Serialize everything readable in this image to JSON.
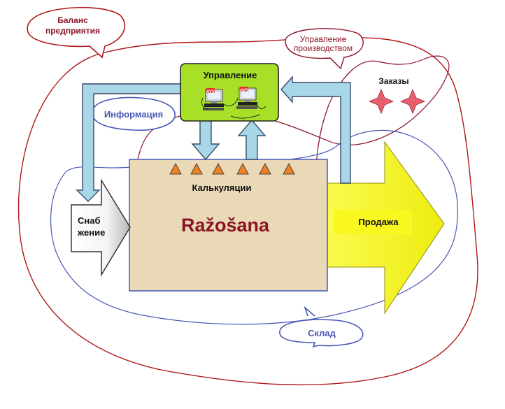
{
  "labels": {
    "balance": [
      "Баланс",
      "предприятия"
    ],
    "production_mgmt": [
      "Управление",
      "производством"
    ],
    "management": "Управление",
    "orders": "Заказы",
    "information": "Информация",
    "calculations": "Калькуляции",
    "supply": [
      "Снаб",
      "жение"
    ],
    "production": "Ražošana",
    "sales": "Продажа",
    "warehouse": "Склад",
    "computer_badge": "AVS"
  },
  "colors": {
    "red_outline": "#b01818",
    "blue_outline": "#4858b8",
    "arrow_fill": "#a8d8e8",
    "arrow_stroke": "#3a4a6a",
    "management_fill": "#a8e028",
    "production_fill": "#ead9b6",
    "production_text": "#8b1428",
    "sales_fill": "#f8f820",
    "triangle_fill": "#f08020",
    "star_fill": "#e86070"
  },
  "icons": [
    "computer-icon",
    "star-icon",
    "triangle-icon"
  ]
}
